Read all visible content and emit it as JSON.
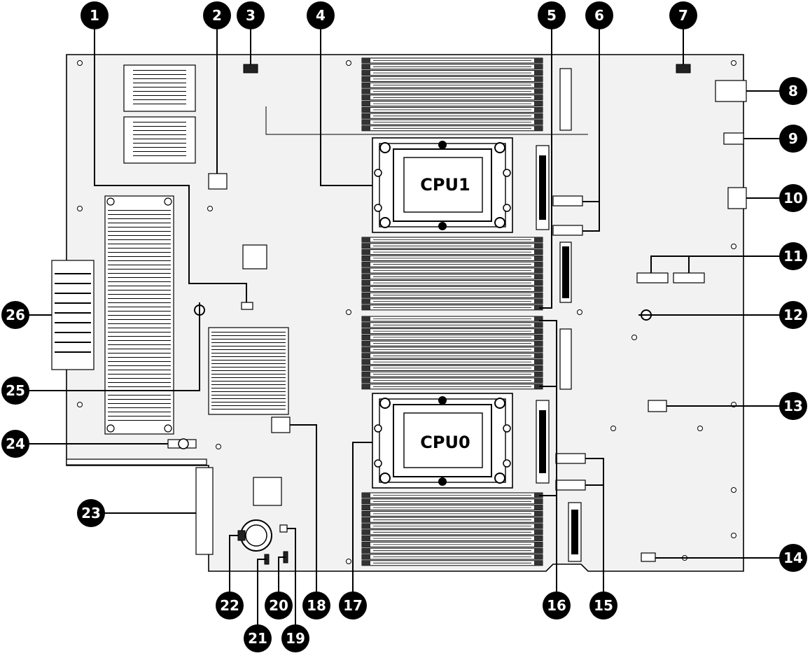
{
  "cpu_labels": {
    "cpu1": "CPU1",
    "cpu0": "CPU0"
  },
  "callouts": [
    "1",
    "2",
    "3",
    "4",
    "5",
    "6",
    "7",
    "8",
    "9",
    "10",
    "11",
    "12",
    "13",
    "14",
    "15",
    "16",
    "17",
    "18",
    "19",
    "20",
    "21",
    "22",
    "23",
    "24",
    "25",
    "26"
  ]
}
